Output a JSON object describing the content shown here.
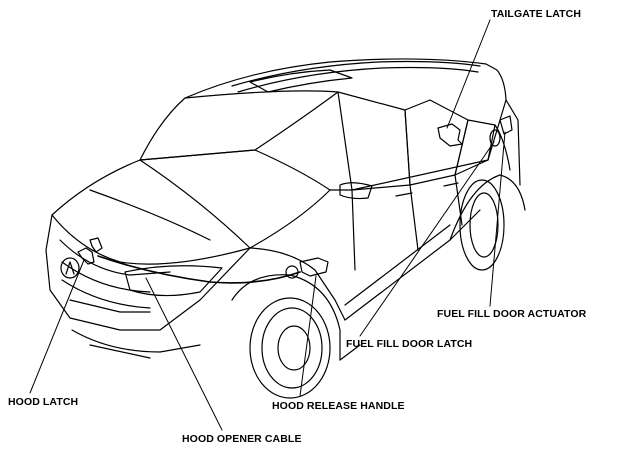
{
  "labels": {
    "tailgate_latch": "TAILGATE LATCH",
    "fuel_fill_door_actuator": "FUEL FILL DOOR ACTUATOR",
    "fuel_fill_door_latch": "FUEL FILL DOOR LATCH",
    "hood_latch": "HOOD LATCH",
    "hood_release_handle": "HOOD RELEASE HANDLE",
    "hood_opener_cable": "HOOD OPENER CABLE"
  },
  "colors": {
    "line": "#000000",
    "background": "#ffffff"
  }
}
